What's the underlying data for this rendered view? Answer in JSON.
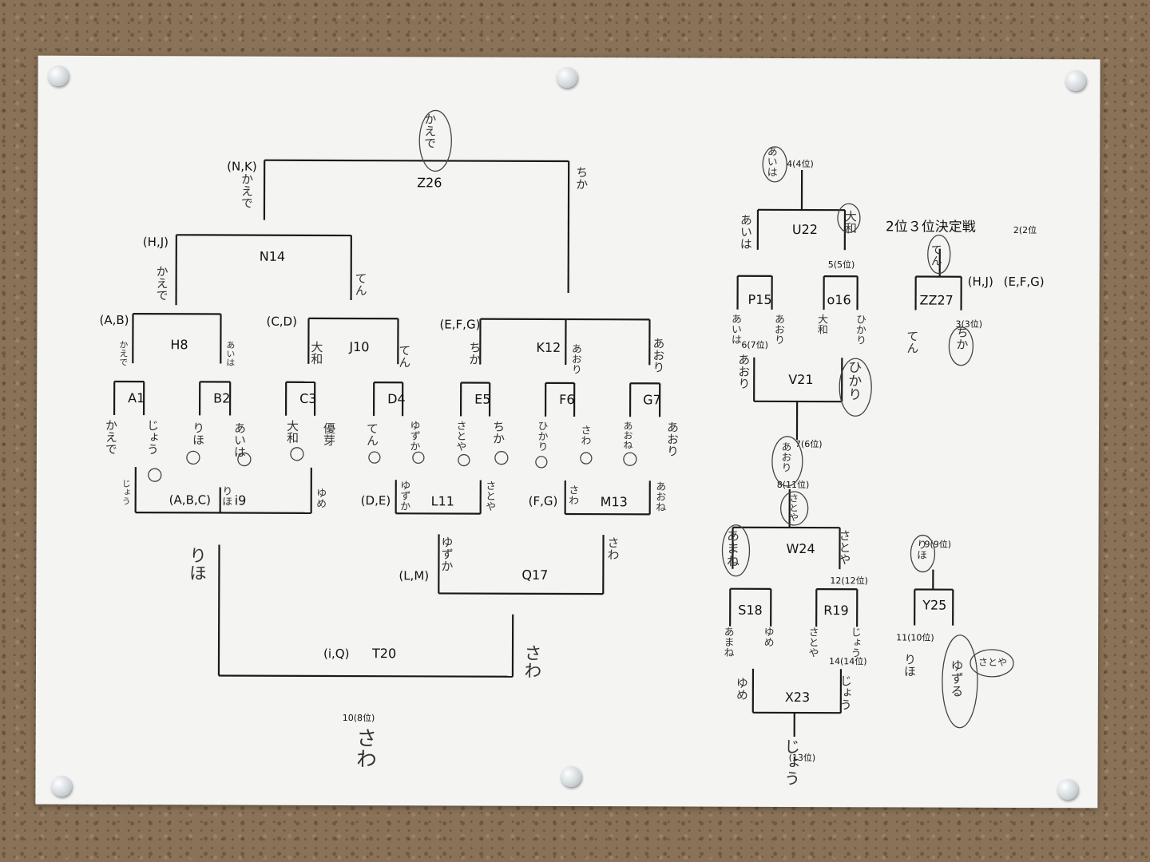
{
  "matches": {
    "A1": "A1",
    "B2": "B2",
    "C3": "C3",
    "D4": "D4",
    "E5": "E5",
    "F6": "F6",
    "G7": "G7",
    "H8": "H8",
    "i9": "i9",
    "J10": "J10",
    "L11": "L11",
    "K12": "K12",
    "M13": "M13",
    "N14": "N14",
    "P15": "P15",
    "o16": "o16",
    "Q17": "Q17",
    "S18": "S18",
    "R19": "R19",
    "T20": "T20",
    "V21": "V21",
    "U22": "U22",
    "X23": "X23",
    "W24": "W24",
    "Y25": "Y25",
    "Z26": "Z26",
    "ZZ27": "ZZ27"
  },
  "groups": {
    "NK": "(N,K)",
    "HJ": "(H,J)",
    "AB": "(A,B)",
    "CD": "(C,D)",
    "EFG": "(E,F,G)",
    "ABC": "(A,B,C)",
    "DE": "(D,E)",
    "FG": "(F,G)",
    "LM": "(L,M)",
    "iQ": "(i,Q)",
    "HJ2": "(H,J)",
    "EFG2": "(E,F,G)"
  },
  "ranks": {
    "r4": "4(4位)",
    "r5": "5(5位)",
    "r6": "6(7位)",
    "r7": "7(6位)",
    "r8": "8(11位)",
    "r12": "12(12位)",
    "r9": "9(9位)",
    "r11": "11(10位)",
    "r14": "14(14位)",
    "r13": "(13位)",
    "r10": "10(8位)",
    "r3": "3(3位)",
    "r2": "2(2位"
  },
  "labels": {
    "playoff": "2位３位決定戦"
  },
  "names": {
    "kaede": "かえで",
    "chika": "ちか",
    "ten": "てん",
    "aiha": "あいは",
    "yamato": "大和",
    "jou": "じょう",
    "riho": "りほ",
    "yuume": "優芽",
    "yume": "ゆめ",
    "yuzuka": "ゆずか",
    "satoya": "さとや",
    "hikari": "ひかり",
    "sawa": "さわ",
    "aori": "あおり",
    "aone": "あおね",
    "amane": "あまね",
    "yuzuru": "ゆずる"
  }
}
